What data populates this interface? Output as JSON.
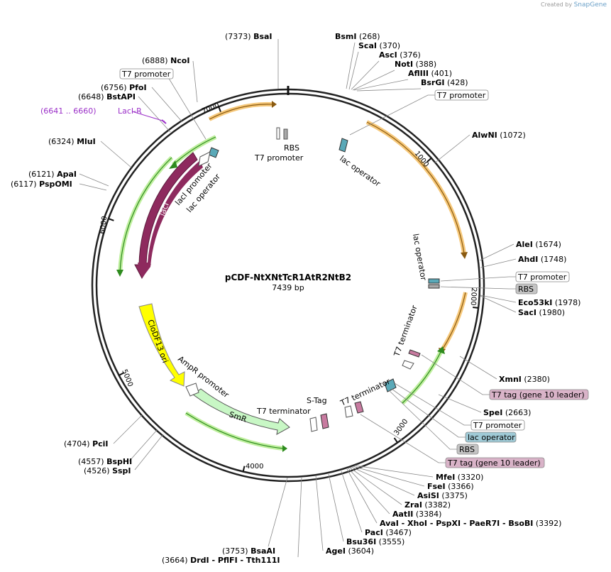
{
  "watermark": {
    "prefix": "Created by",
    "brand": "SnapGene"
  },
  "plasmid": {
    "name": "pCDF-NtXNtTcR1AtR2NtB2",
    "size": "7439 bp"
  },
  "tick_labels": [
    "1000",
    "2000",
    "3000",
    "4000",
    "5000",
    "6000",
    "7000"
  ],
  "sites": [
    {
      "pos": "(7373)",
      "name": "BsaI"
    },
    {
      "pos": "(268)",
      "name": "BsmI"
    },
    {
      "pos": "(370)",
      "name": "ScaI"
    },
    {
      "pos": "(376)",
      "name": "AscI"
    },
    {
      "pos": "(388)",
      "name": "NotI"
    },
    {
      "pos": "(401)",
      "name": "AflIII"
    },
    {
      "pos": "(428)",
      "name": "BsrGI"
    },
    {
      "pos": "(1072)",
      "name": "AlwNI"
    },
    {
      "pos": "(1674)",
      "name": "AleI"
    },
    {
      "pos": "(1748)",
      "name": "AhdI"
    },
    {
      "pos": "(1978)",
      "name": "Eco53kI"
    },
    {
      "pos": "(1980)",
      "name": "SacI"
    },
    {
      "pos": "(2380)",
      "name": "XmnI"
    },
    {
      "pos": "(2663)",
      "name": "SpeI"
    },
    {
      "pos": "(3320)",
      "name": "MfeI"
    },
    {
      "pos": "(3366)",
      "name": "FseI"
    },
    {
      "pos": "(3375)",
      "name": "AsiSI"
    },
    {
      "pos": "(3382)",
      "name": "ZraI"
    },
    {
      "pos": "(3384)",
      "name": "AatII"
    },
    {
      "pos": "(3392)",
      "name": "AvaI",
      "extra": [
        "- BsoBI",
        "- PaeR7I",
        "- PspXI",
        "- XhoI"
      ]
    },
    {
      "pos": "(3467)",
      "name": "PacI"
    },
    {
      "pos": "(3555)",
      "name": "Bsu36I"
    },
    {
      "pos": "(3604)",
      "name": "AgeI"
    },
    {
      "pos": "(3753)",
      "name": "BsaAI"
    },
    {
      "pos": "(3664)",
      "name": "DrdI",
      "extra": [
        "- PflFI",
        "- Tth111I"
      ]
    },
    {
      "pos": "(4526)",
      "name": "SspI"
    },
    {
      "pos": "(4557)",
      "name": "BspHI"
    },
    {
      "pos": "(4704)",
      "name": "PciI"
    },
    {
      "pos": "(6117)",
      "name": "PspOMI"
    },
    {
      "pos": "(6121)",
      "name": "ApaI"
    },
    {
      "pos": "(6324)",
      "name": "MluI"
    },
    {
      "pos": "(6648)",
      "name": "BstAPI"
    },
    {
      "pos": "(6756)",
      "name": "PfoI"
    },
    {
      "pos": "(6888)",
      "name": "NcoI"
    }
  ],
  "primer": {
    "range": "(6641 .. 6660)",
    "name": "LacI-R"
  },
  "boxed_labels": [
    "T7 promoter",
    "T7 promoter",
    "T7 promoter",
    "RBS",
    "T7 tag (gene 10 leader)",
    "T7 promoter",
    "lac operator",
    "RBS",
    "T7 tag (gene 10 leader)"
  ],
  "features": {
    "rbs": "RBS",
    "t7_promoter": "T7 promoter",
    "lac_operator_top": "lac operator",
    "laci_promoter": "lacI promoter",
    "lac_operator_left": "lac operator",
    "laci": "lacI",
    "lac_operator_right": "lac operator",
    "t7_terminator_right": "T7 terminator",
    "cdf_ori": "CloDF13 ori",
    "ampr_promoter": "AmpR promoter",
    "smr": "SmR",
    "t7_terminator_mid": "T7 terminator",
    "stag": "S-Tag",
    "t7_terminator_bottom": "T7 terminator"
  },
  "colors": {
    "backbone": "#222222",
    "orange": "#f5a623",
    "green": "#2e8b1e",
    "laci": "#8e2a5e",
    "ori": "#ffff00",
    "smr": "#c8f7c5",
    "pink_box": "#d9b3c8",
    "blue_box": "#9fcad6",
    "gray_box": "#c4c4c4"
  }
}
